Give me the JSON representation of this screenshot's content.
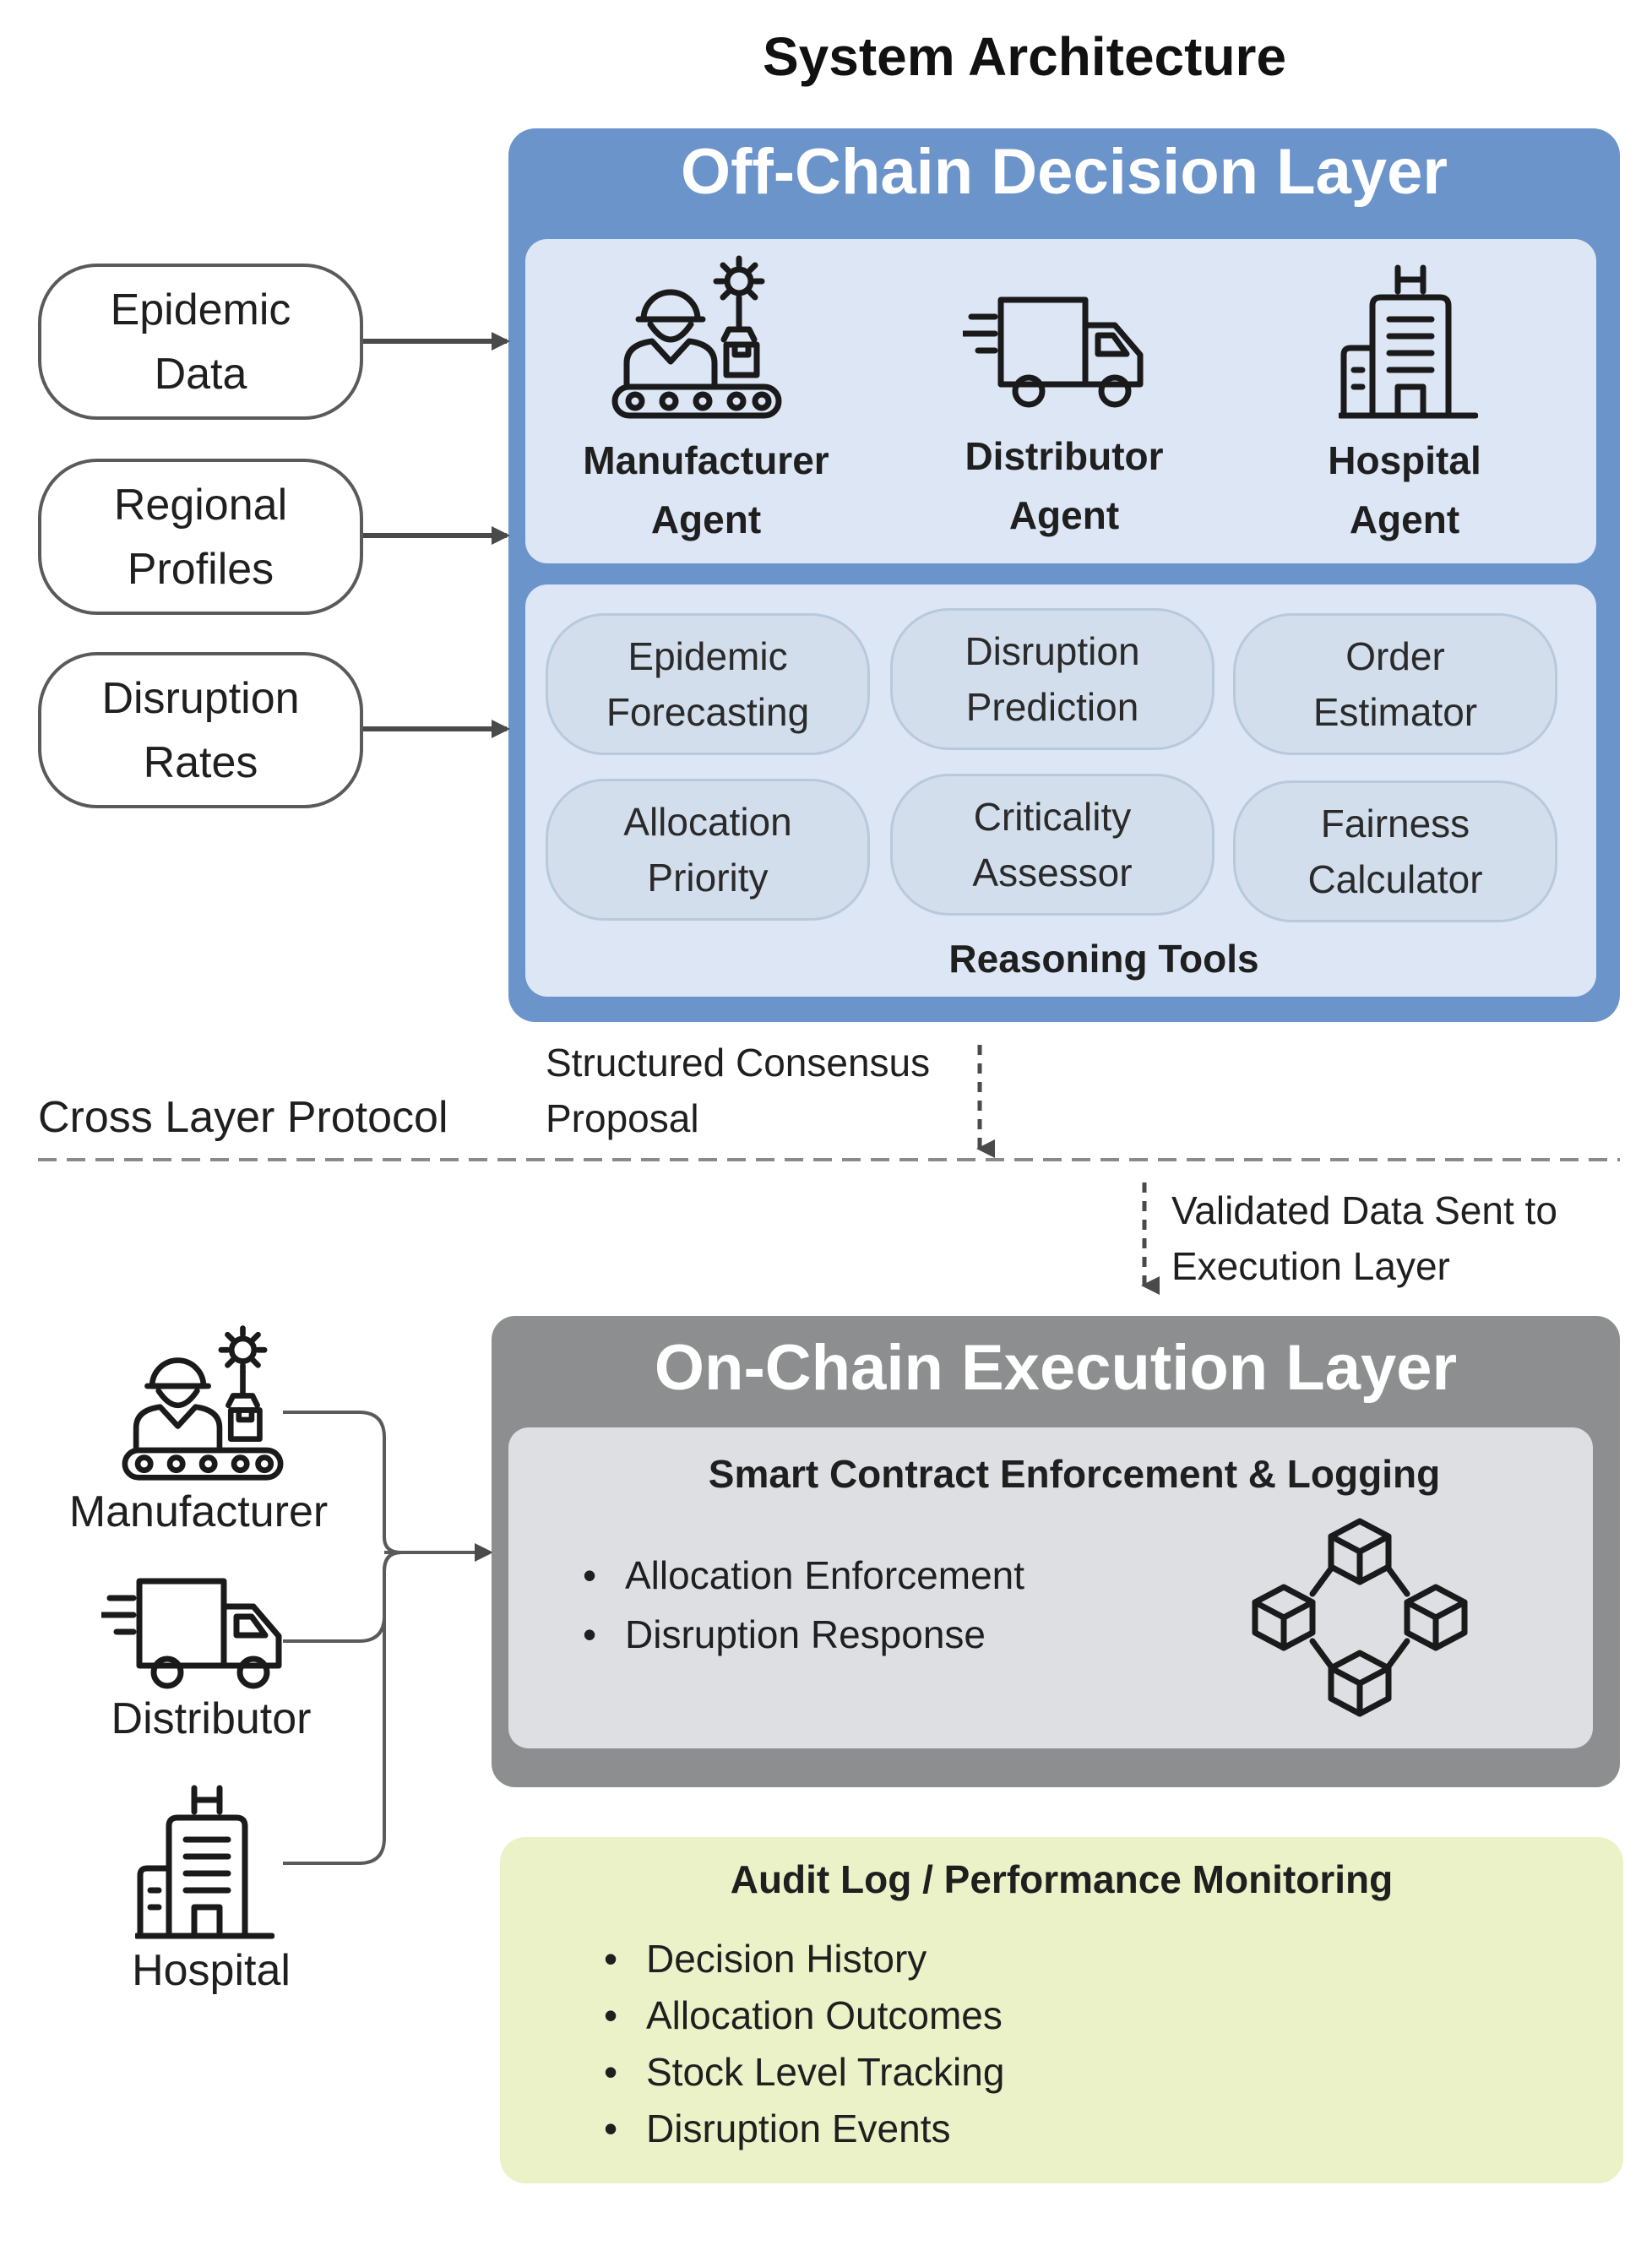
{
  "title": "System Architecture",
  "inputs": [
    {
      "label": "Epidemic\nData"
    },
    {
      "label": "Regional\nProfiles"
    },
    {
      "label": "Disruption\nRates"
    }
  ],
  "off_chain": {
    "title": "Off-Chain Decision Layer",
    "agents": [
      {
        "label": "Manufacturer\nAgent",
        "icon": "manufacturer-icon"
      },
      {
        "label": "Distributor\nAgent",
        "icon": "truck-icon"
      },
      {
        "label": "Hospital\nAgent",
        "icon": "hospital-icon"
      }
    ],
    "tools": [
      {
        "label": "Epidemic\nForecasting"
      },
      {
        "label": "Disruption\nPrediction"
      },
      {
        "label": "Order\nEstimator"
      },
      {
        "label": "Allocation\nPriority"
      },
      {
        "label": "Criticality\nAssessor"
      },
      {
        "label": "Fairness\nCalculator"
      }
    ],
    "tools_label": "Reasoning Tools"
  },
  "protocol": {
    "label": "Cross Layer Protocol",
    "proposal": "Structured Consensus\nProposal",
    "validated": "Validated Data Sent to\nExecution Layer"
  },
  "on_chain": {
    "title": "On-Chain Execution Layer",
    "contract_title": "Smart Contract Enforcement & Logging",
    "bullets": [
      "Allocation Enforcement",
      "Disruption Response"
    ],
    "icon": "blockchain-icon"
  },
  "entities": [
    {
      "label": "Manufacturer",
      "icon": "manufacturer-icon"
    },
    {
      "label": "Distributor",
      "icon": "truck-icon"
    },
    {
      "label": "Hospital",
      "icon": "hospital-icon"
    }
  ],
  "audit": {
    "title": "Audit Log / Performance Monitoring",
    "bullets": [
      "Decision History",
      "Allocation Outcomes",
      "Stock Level Tracking",
      "Disruption Events"
    ]
  },
  "colors": {
    "off_chain": "#6b94cb",
    "off_chain_panel": "#dce6f4",
    "on_chain": "#8c8e90",
    "on_chain_panel": "#dddfe3",
    "audit": "#ebf2c8"
  }
}
